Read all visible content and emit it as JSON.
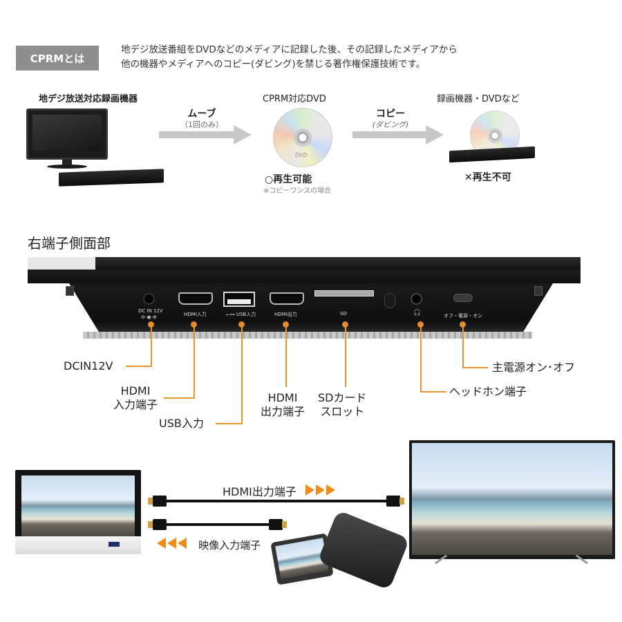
{
  "cprm": {
    "badge": "CPRMとは",
    "description_line1": "地デジ放送番組をDVDなどのメディアに記録した後、その記録したメディアから",
    "description_line2": "他の機器やメディアへのコピー(ダビング)を禁じる著作権保護技術です。"
  },
  "flow": {
    "source": {
      "label": "地デジ放送対応録画機器"
    },
    "move_arrow": {
      "title": "ムーブ",
      "subtitle": "（1回のみ）"
    },
    "middle": {
      "label": "CPRM対応DVD",
      "status": "○再生可能",
      "note": "※コピーワンスの場合",
      "disc_text": "DVD"
    },
    "copy_arrow": {
      "title": "コピー",
      "subtitle": "(ダビング)"
    },
    "target": {
      "label": "録画機器・DVDなど",
      "status": "✕再生不可"
    }
  },
  "terminals": {
    "title": "右端子側面部",
    "port_labels": {
      "dc": "DC IN 12V",
      "dc_symbol": "⊖-◉-⊕",
      "hdmi_in": "HDMI入力",
      "usb": "USB入力",
      "usb_symbol": "⭠⊶",
      "hdmi_out": "HDMI出力",
      "sd": "SD",
      "headphone_symbol": "🎧",
      "power": "オフ・電源・オン"
    },
    "callouts": {
      "dc": "DCIN12V",
      "hdmi_in_line1": "HDMI",
      "hdmi_in_line2": "入力端子",
      "usb": "USB入力",
      "hdmi_out_line1": "HDMI",
      "hdmi_out_line2": "出力端子",
      "sd_line1": "SDカード",
      "sd_line2": "スロット",
      "headphone": "ヘッドホン端子",
      "power": "主電源オン･オフ"
    },
    "accent_color": "#e8952f"
  },
  "connection": {
    "hdmi_out_label": "HDMI出力端子",
    "video_in_label": "映像入力端子",
    "arrow_color": "#f08c1a"
  }
}
